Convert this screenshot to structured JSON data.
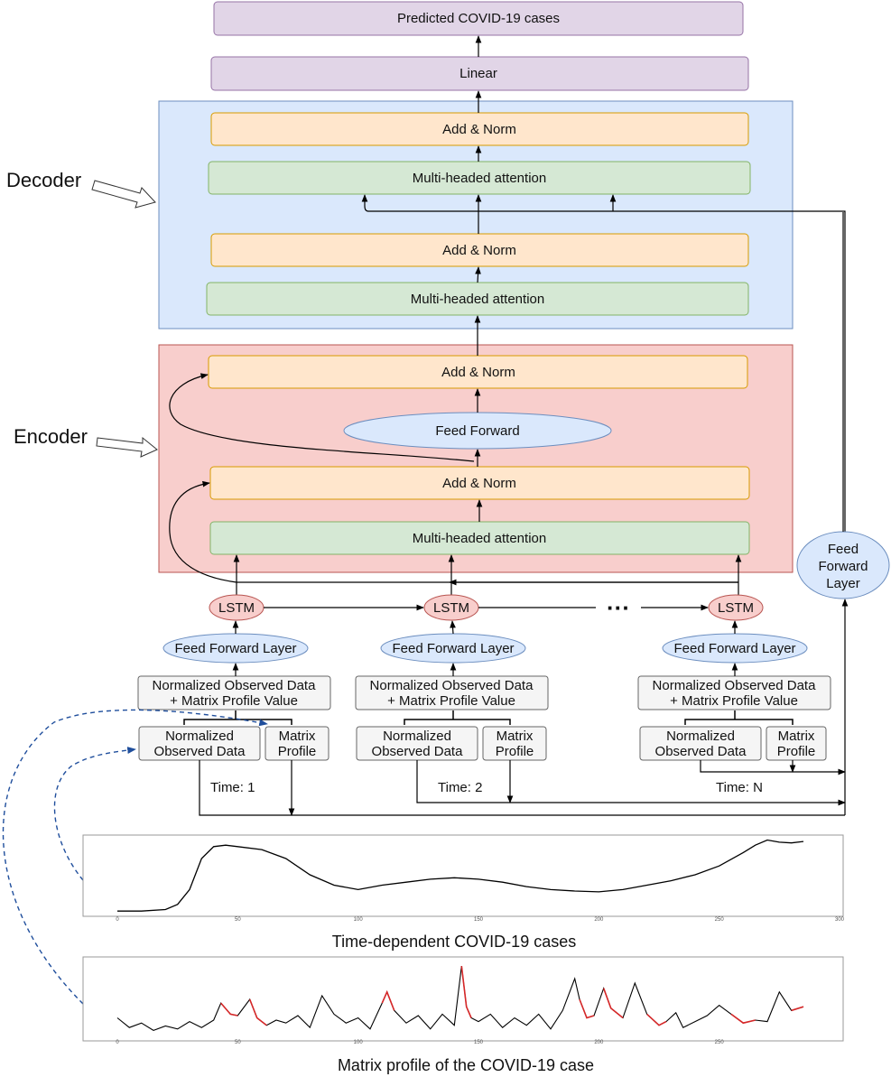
{
  "labels": {
    "predicted": "Predicted COVID-19 cases",
    "linear": "Linear",
    "add_norm": "Add & Norm",
    "mha": "Multi-headed attention",
    "feed_forward": "Feed Forward",
    "decoder": "Decoder",
    "encoder": "Encoder",
    "lstm": "LSTM",
    "ffl": "Feed Forward Layer",
    "ffl_right": [
      "Feed",
      "Forward",
      "Layer"
    ],
    "combined": [
      "Normalized Observed Data",
      "+ Matrix Profile Value"
    ],
    "observed": [
      "Normalized",
      "Observed Data"
    ],
    "profile": [
      "Matrix",
      "Profile"
    ],
    "ellipsis": "···",
    "time1": "Time: 1",
    "time2": "Time: 2",
    "timeN": "Time: N",
    "cap1": "Time-dependent COVID-19 cases",
    "cap2": "Matrix profile of the COVID-19 case"
  },
  "colors": {
    "purple_fill": "#e1d5e7",
    "purple_stroke": "#9673a6",
    "orange_fill": "#ffe6cc",
    "orange_stroke": "#d79b00",
    "green_fill": "#d5e8d4",
    "green_stroke": "#82b366",
    "blue_fill": "#dae8fc",
    "blue_stroke": "#6c8ebf",
    "red_fill": "#f8cecc",
    "red_stroke": "#b85450",
    "gray_fill": "#f5f5f5",
    "gray_stroke": "#666666",
    "dashed": "#1f4e9c",
    "highlight": "#d62728"
  },
  "chart_data": [
    {
      "type": "line",
      "title": "Time-dependent COVID-19 cases",
      "x_ticks": [
        "0",
        "50",
        "100",
        "150",
        "200",
        "250",
        "300"
      ],
      "xlim": [
        0,
        300
      ],
      "x": [
        0,
        10,
        20,
        25,
        30,
        35,
        40,
        45,
        50,
        60,
        70,
        80,
        90,
        100,
        110,
        120,
        130,
        140,
        150,
        160,
        170,
        180,
        190,
        200,
        210,
        220,
        230,
        240,
        250,
        260,
        265,
        270,
        275,
        280,
        285
      ],
      "y": [
        0.01,
        0.01,
        0.03,
        0.1,
        0.3,
        0.72,
        0.88,
        0.9,
        0.88,
        0.84,
        0.72,
        0.5,
        0.36,
        0.3,
        0.36,
        0.4,
        0.44,
        0.46,
        0.44,
        0.4,
        0.34,
        0.3,
        0.28,
        0.27,
        0.3,
        0.36,
        0.42,
        0.5,
        0.62,
        0.8,
        0.9,
        0.97,
        0.94,
        0.93,
        0.95
      ]
    },
    {
      "type": "line",
      "title": "Matrix profile of the COVID-19 case",
      "x_ticks": [
        "0",
        "50",
        "100",
        "150",
        "200",
        "250"
      ],
      "xlim": [
        0,
        300
      ],
      "x": [
        0,
        5,
        10,
        15,
        20,
        25,
        30,
        35,
        40,
        43,
        47,
        50,
        55,
        58,
        62,
        66,
        70,
        75,
        80,
        85,
        90,
        95,
        100,
        105,
        110,
        112,
        115,
        120,
        125,
        130,
        135,
        140,
        143,
        145,
        147,
        150,
        155,
        160,
        165,
        170,
        175,
        180,
        185,
        190,
        192,
        195,
        198,
        202,
        205,
        210,
        215,
        220,
        225,
        228,
        232,
        235,
        240,
        245,
        250,
        255,
        260,
        265,
        270,
        275,
        280,
        285
      ],
      "y": [
        0.25,
        0.12,
        0.18,
        0.08,
        0.14,
        0.1,
        0.2,
        0.12,
        0.22,
        0.45,
        0.3,
        0.28,
        0.5,
        0.25,
        0.15,
        0.22,
        0.18,
        0.28,
        0.12,
        0.55,
        0.3,
        0.18,
        0.25,
        0.1,
        0.45,
        0.6,
        0.35,
        0.18,
        0.28,
        0.1,
        0.3,
        0.15,
        0.95,
        0.4,
        0.25,
        0.2,
        0.3,
        0.12,
        0.25,
        0.15,
        0.3,
        0.1,
        0.35,
        0.78,
        0.5,
        0.25,
        0.28,
        0.65,
        0.38,
        0.25,
        0.72,
        0.3,
        0.15,
        0.2,
        0.32,
        0.12,
        0.2,
        0.28,
        0.42,
        0.3,
        0.18,
        0.22,
        0.2,
        0.6,
        0.35,
        0.4
      ],
      "highlighted_ranges": [
        [
          43,
          50
        ],
        [
          55,
          62
        ],
        [
          110,
          115
        ],
        [
          143,
          147
        ],
        [
          192,
          198
        ],
        [
          202,
          210
        ],
        [
          220,
          228
        ],
        [
          255,
          265
        ],
        [
          280,
          285
        ]
      ]
    }
  ]
}
